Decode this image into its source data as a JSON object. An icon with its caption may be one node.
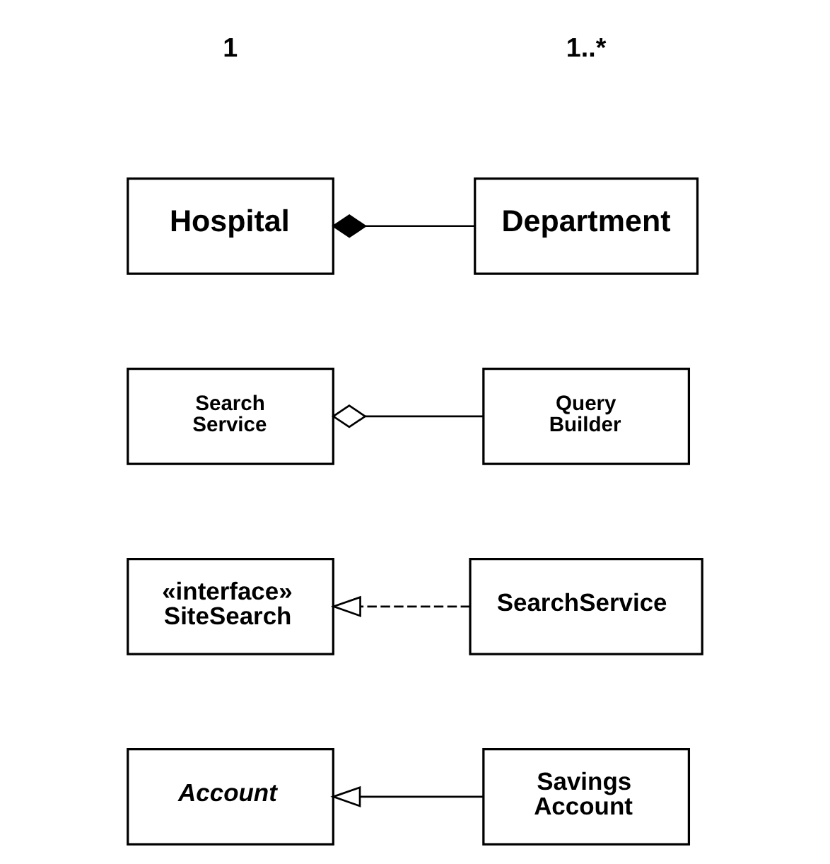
{
  "diagram": {
    "nodes": [
      {
        "text": [
          "Account"
        ]
      },
      {
        "text": [
          "Savings Account"
        ]
      },
      {
        "text": [
          "«interface» SiteSearch"
        ]
      },
      {
        "text": [
          "SearchService"
        ]
      },
      {
        "text": [
          "Search Service"
        ]
      },
      {
        "text": [
          "Query Builder"
        ]
      },
      {
        "text": [
          "Hospital"
        ]
      },
      {
        "text": [
          "Department"
        ]
      }
    ],
    "edges": [
      {
        "from": 1,
        "to": 0,
        "arrow": "to"
      },
      {
        "from": 3,
        "to": 2,
        "arrow": "to",
        "style": "dashed"
      },
      {
        "from": 5,
        "to": 4,
        "arrow": "other"
      },
      {
        "from": 7,
        "to": 6,
        "arrow": "other"
      }
    ],
    "labels": [
      "1",
      "1..*"
    ]
  }
}
